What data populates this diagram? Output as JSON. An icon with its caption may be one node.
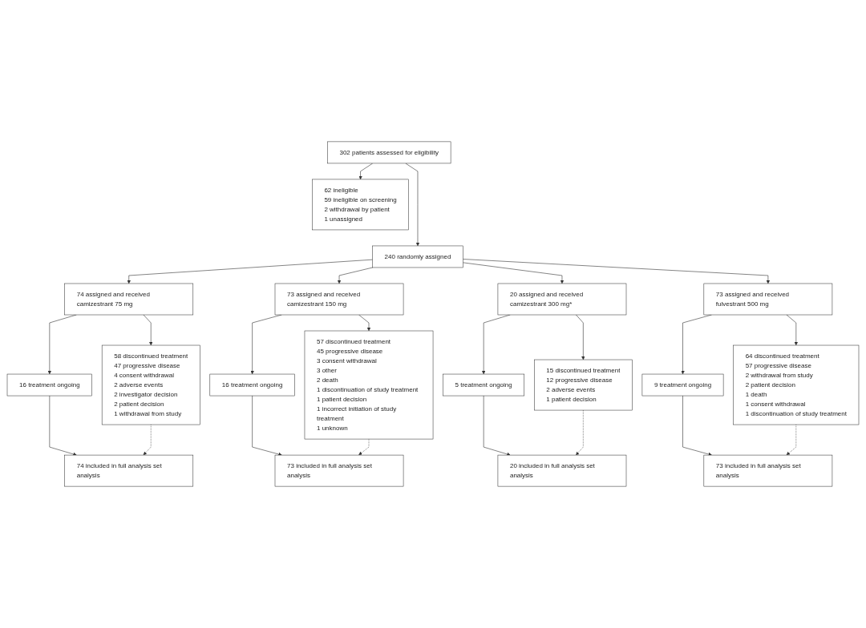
{
  "diagram": {
    "nodes": [
      {
        "text": [
          "302 patients assessed for eligibility"
        ]
      },
      {
        "text": [
          "62 ineligible",
          "59 ineligible on screening",
          "2 withdrawal by patient",
          "1 unassigned"
        ]
      },
      {
        "text": [
          "240 randomly assigned"
        ]
      },
      {
        "text": [
          "74 assigned and received camizestrant 75 mg"
        ]
      },
      {
        "text": [
          "58 discontinued treatment",
          "47 progressive disease",
          "4 consent withdrawal",
          "2 adverse events",
          "2 investigator decision",
          "2 patient decision",
          "1 withdrawal from study"
        ]
      },
      {
        "text": [
          "16 treatment ongoing"
        ]
      },
      {
        "text": [
          "74 included in full analysis set analysis"
        ]
      },
      {
        "text": [
          "73 assigned and received camizestrant 150 mg"
        ]
      },
      {
        "text": [
          "57 discontinued treatment",
          "45 progressive disease",
          "3 consent withdrawal",
          "3 other",
          "2 death",
          "1 discontinuation of study treatment",
          "1 patient decision",
          "1 incorrect initiation of study treatment",
          "1 unknown"
        ]
      },
      {
        "text": [
          "16 treatment ongoing"
        ]
      },
      {
        "text": [
          "73 included in full analysis set analysis"
        ]
      },
      {
        "text": [
          "20 assigned and received camizestrant 300 mg*"
        ]
      },
      {
        "text": [
          "15 discontinued treatment",
          "12 progressive disease",
          "2 adverse events",
          "1 patient decision"
        ]
      },
      {
        "text": [
          "5 treatment ongoing"
        ]
      },
      {
        "text": [
          "20 included in full analysis set analysis"
        ]
      },
      {
        "text": [
          "73 assigned and received fulvestrant 500 mg"
        ]
      },
      {
        "text": [
          "64 discontinued treatment",
          "57 progressive disease",
          "2 withdrawal from study",
          "2 patient decision",
          "1 death",
          "1 consent withdrawal",
          "1 discontinuation of study treatment"
        ]
      },
      {
        "text": [
          "9 treatment ongoing"
        ]
      },
      {
        "text": [
          "73 included in full analysis set analysis"
        ]
      }
    ],
    "edges": [
      {
        "from": 0,
        "to": 2,
        "arrow": "to"
      },
      {
        "from": 0,
        "to": 1,
        "arrow": "to"
      },
      {
        "from": 2,
        "to": 3,
        "arrow": "to"
      },
      {
        "from": 2,
        "to": 7,
        "arrow": "to"
      },
      {
        "from": 2,
        "to": 11,
        "arrow": "to"
      },
      {
        "from": 2,
        "to": 15,
        "arrow": "to"
      },
      {
        "from": 3,
        "to": 4,
        "arrow": "to"
      },
      {
        "from": 3,
        "to": 5,
        "arrow": "to"
      },
      {
        "from": 5,
        "to": 6,
        "arrow": "to"
      },
      {
        "from": 4,
        "to": 6,
        "arrow": "to",
        "style": "dashed"
      },
      {
        "from": 7,
        "to": 8,
        "arrow": "to"
      },
      {
        "from": 7,
        "to": 9,
        "arrow": "to"
      },
      {
        "from": 9,
        "to": 10,
        "arrow": "to"
      },
      {
        "from": 8,
        "to": 10,
        "arrow": "to",
        "style": "dashed"
      },
      {
        "from": 11,
        "to": 12,
        "arrow": "to"
      },
      {
        "from": 11,
        "to": 13,
        "arrow": "to"
      },
      {
        "from": 13,
        "to": 14,
        "arrow": "to"
      },
      {
        "from": 12,
        "to": 14,
        "arrow": "to",
        "style": "dashed"
      },
      {
        "from": 15,
        "to": 16,
        "arrow": "to"
      },
      {
        "from": 15,
        "to": 17,
        "arrow": "to"
      },
      {
        "from": 17,
        "to": 18,
        "arrow": "to"
      },
      {
        "from": 16,
        "to": 18,
        "arrow": "to",
        "style": "dashed"
      }
    ]
  }
}
